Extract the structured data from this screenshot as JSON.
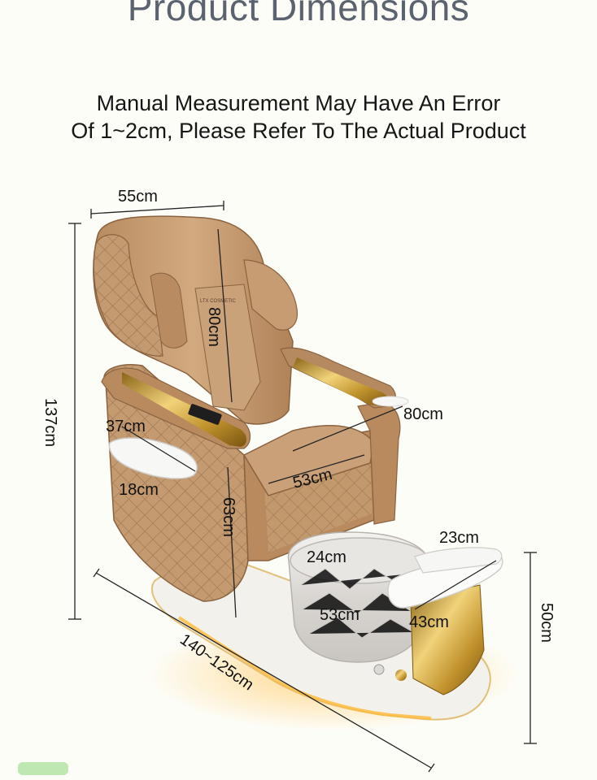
{
  "title": "Product Dimensions",
  "subtitle_line1": "Manual Measurement May Have An Error",
  "subtitle_line2": "Of 1~2cm, Please Refer To The Actual Product",
  "dimensions": {
    "width_top": "55cm",
    "height_total": "137cm",
    "backrest_length": "80cm",
    "depth": "80cm",
    "armrest_tray_length": "37cm",
    "armrest_tray_width": "18cm",
    "seat_width": "53cm",
    "seat_height": "63cm",
    "base_length": "140~125cm",
    "basin_depth": "24cm",
    "basin_width": "53cm",
    "footrest_width": "23cm",
    "footrest_length": "43cm",
    "basin_height": "50cm"
  },
  "colors": {
    "leather": "#c49a70",
    "leather_dark": "#a37a52",
    "gold": "#d4a93c",
    "base": "#f3f1ec",
    "glow": "#ffc45a"
  }
}
